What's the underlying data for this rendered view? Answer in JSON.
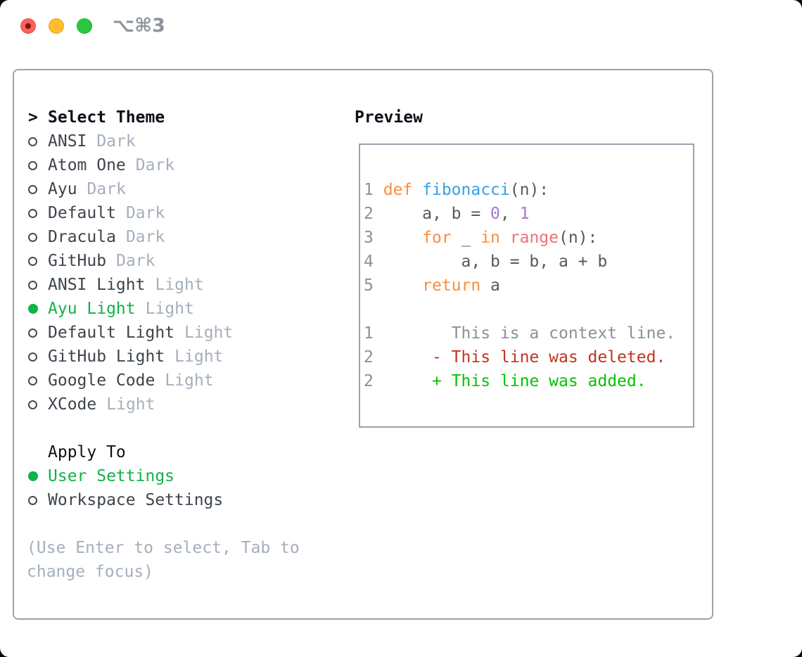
{
  "window": {
    "title": "⌥⌘3"
  },
  "theme_selector": {
    "cursor": ">",
    "header": "Select Theme",
    "items": [
      {
        "name": "ANSI",
        "variant": "Dark",
        "selected": false
      },
      {
        "name": "Atom One",
        "variant": "Dark",
        "selected": false
      },
      {
        "name": "Ayu",
        "variant": "Dark",
        "selected": false
      },
      {
        "name": "Default",
        "variant": "Dark",
        "selected": false
      },
      {
        "name": "Dracula",
        "variant": "Dark",
        "selected": false
      },
      {
        "name": "GitHub",
        "variant": "Dark",
        "selected": false
      },
      {
        "name": "ANSI Light",
        "variant": "Light",
        "selected": false
      },
      {
        "name": "Ayu Light",
        "variant": "Light",
        "selected": true
      },
      {
        "name": "Default Light",
        "variant": "Light",
        "selected": false
      },
      {
        "name": "GitHub Light",
        "variant": "Light",
        "selected": false
      },
      {
        "name": "Google Code",
        "variant": "Light",
        "selected": false
      },
      {
        "name": "XCode",
        "variant": "Light",
        "selected": false
      }
    ]
  },
  "apply_to": {
    "header": "Apply To",
    "options": [
      {
        "name": "User Settings",
        "selected": true
      },
      {
        "name": "Workspace Settings",
        "selected": false
      }
    ]
  },
  "help_text": "(Use Enter to select, Tab to change focus)",
  "preview": {
    "header": "Preview",
    "code_lines": [
      {
        "num": "1",
        "tokens": [
          [
            "def",
            "kw"
          ],
          [
            " ",
            "fg"
          ],
          [
            "fibonacci",
            "fn"
          ],
          [
            "(n):",
            "fg"
          ]
        ]
      },
      {
        "num": "2",
        "tokens": [
          [
            "    a, b = ",
            "fg"
          ],
          [
            "0",
            "num"
          ],
          [
            ", ",
            "fg"
          ],
          [
            "1",
            "num"
          ]
        ]
      },
      {
        "num": "3",
        "tokens": [
          [
            "    ",
            "fg"
          ],
          [
            "for",
            "kw"
          ],
          [
            " _ ",
            "fg"
          ],
          [
            "in",
            "kw"
          ],
          [
            " ",
            "fg"
          ],
          [
            "range",
            "call"
          ],
          [
            "(n):",
            "fg"
          ]
        ]
      },
      {
        "num": "4",
        "tokens": [
          [
            "        a, b = b, a + b",
            "fg"
          ]
        ]
      },
      {
        "num": "5",
        "tokens": [
          [
            "    ",
            "fg"
          ],
          [
            "return",
            "kw"
          ],
          [
            " a",
            "fg"
          ]
        ]
      },
      {
        "num": "",
        "tokens": []
      },
      {
        "num": "1",
        "tokens": [
          [
            "       This is a context line.",
            "ctx"
          ]
        ]
      },
      {
        "num": "2",
        "tokens": [
          [
            "     - This line was deleted.",
            "del"
          ]
        ]
      },
      {
        "num": "2",
        "tokens": [
          [
            "     + This line was added.",
            "add"
          ]
        ]
      }
    ]
  },
  "colors": {
    "selection_green": "#10b24a",
    "added_green": "#03c303",
    "deleted_red": "#c2331d",
    "keyword_orange": "#fa8d3e",
    "function_blue": "#399ee6",
    "number_purple": "#a37acc",
    "call_coral": "#f07171",
    "code_fg": "#545a60",
    "item_text": "#3d444c",
    "header_text": "#0d1117",
    "muted_gray": "#a5afbb",
    "line_number_gray": "#8a9199",
    "border_gray": "#9aa3ae",
    "title_gray": "#8e949c",
    "traffic_red": "#ff5f57",
    "traffic_red_dot": "#771811",
    "traffic_yellow": "#febc2e",
    "traffic_green": "#28c840",
    "window_bg": "#ffffff",
    "outside_bg": "#0a0a0a"
  }
}
